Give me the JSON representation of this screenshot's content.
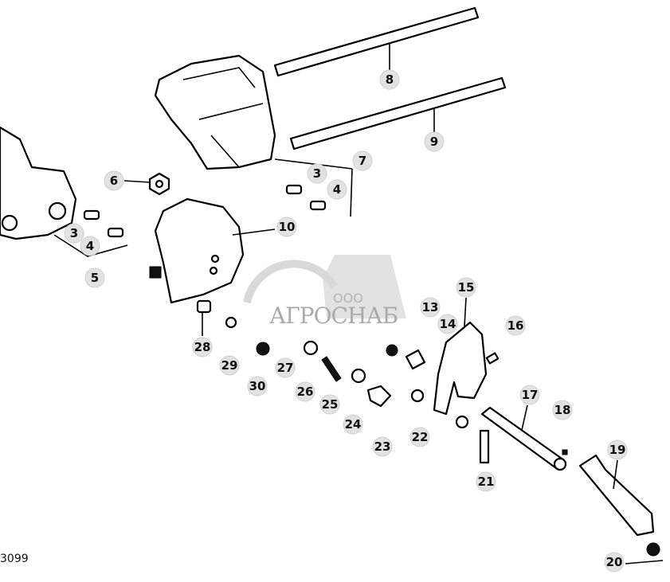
{
  "figure_number": "3099",
  "watermark": {
    "prefix": "ООО",
    "name": "АГРОСНАБ"
  },
  "callouts": [
    "8",
    "9",
    "7",
    "3",
    "4",
    "6",
    "3",
    "4",
    "5",
    "10",
    "28",
    "29",
    "30",
    "27",
    "26",
    "25",
    "24",
    "23",
    "22",
    "13",
    "14",
    "15",
    "16",
    "17",
    "18",
    "19",
    "21",
    "20"
  ],
  "colors": {
    "callout_fill": "#e2e2e2",
    "line": "#000000"
  }
}
